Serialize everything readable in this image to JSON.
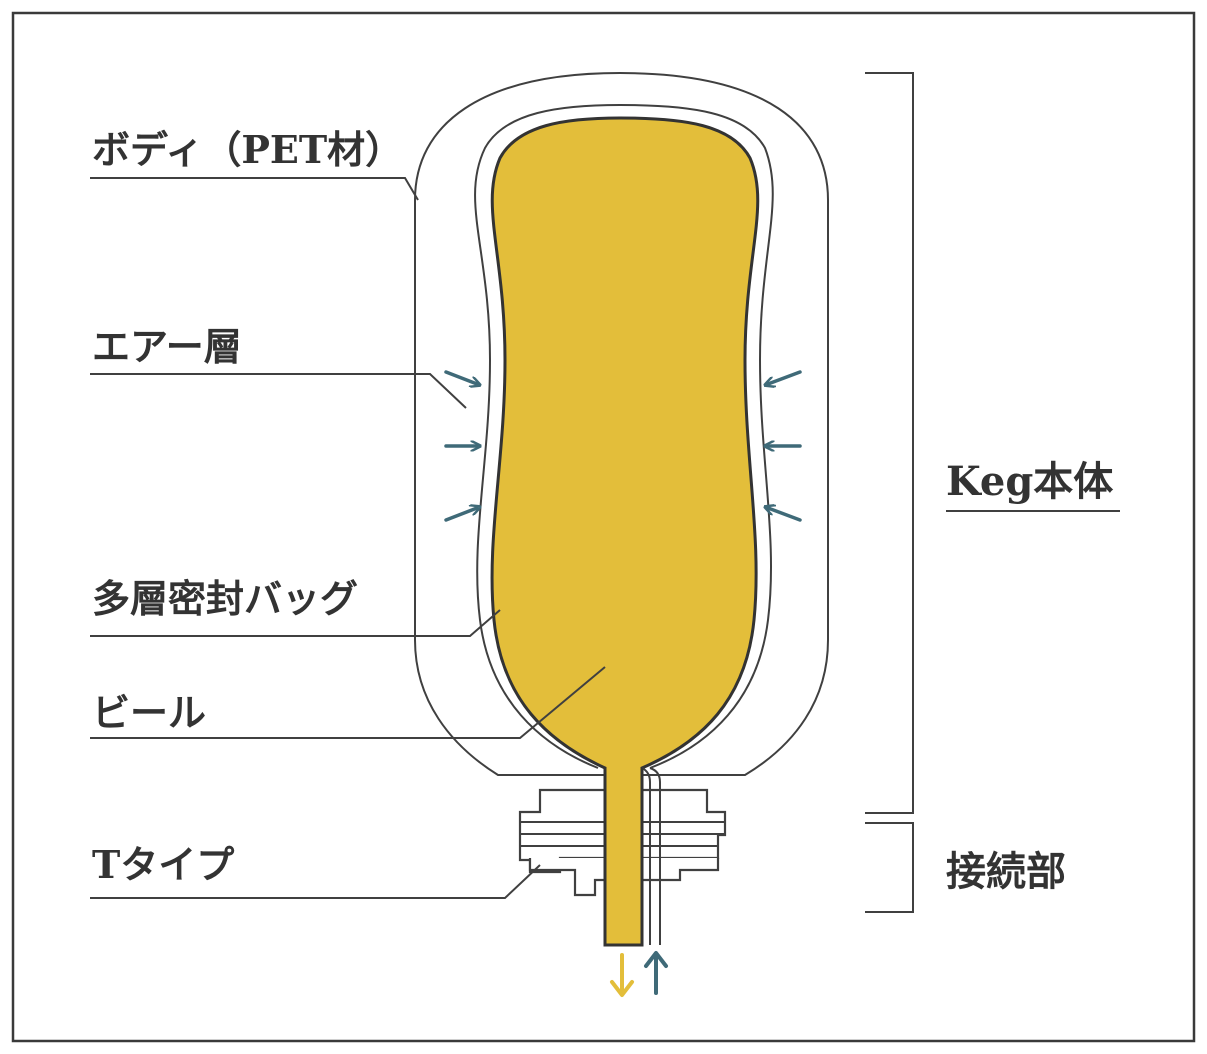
{
  "labels": {
    "body": "ボディ（PET材）",
    "air_layer": "エアー層",
    "bag": "多層密封バッグ",
    "beer": "ビール",
    "t_type": "Tタイプ",
    "keg_body": "Keg本体",
    "connector": "接続部"
  },
  "colors": {
    "frame": "#3a3a3a",
    "outline": "#404040",
    "beer": "#E3BE3A",
    "pressure_arrow": "#3F6A78",
    "beer_out_arrow": "#E3BE3A"
  },
  "icons": {
    "pressure": "arrow-icon",
    "beer_out": "arrow-down-icon",
    "gas_in": "arrow-up-icon"
  }
}
